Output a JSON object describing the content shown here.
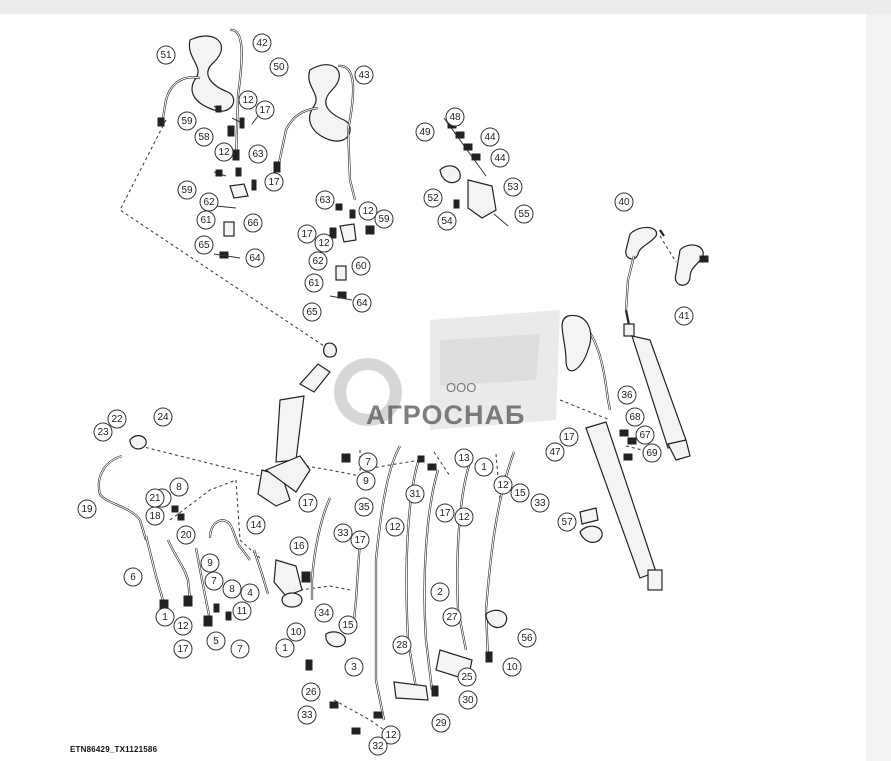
{
  "caption": "ETN86429_TX1121586",
  "watermark": {
    "prefix": "ООО",
    "brand": "АГРОСНАБ"
  },
  "callouts": [
    "51",
    "42",
    "50",
    "43",
    "59",
    "12",
    "17",
    "58",
    "63",
    "12",
    "17",
    "59",
    "62",
    "61",
    "66",
    "65",
    "64",
    "48",
    "49",
    "44",
    "44",
    "53",
    "52",
    "54",
    "55",
    "40",
    "41",
    "63",
    "12",
    "59",
    "17",
    "12",
    "60",
    "62",
    "61",
    "64",
    "65",
    "36",
    "68",
    "67",
    "69",
    "22",
    "24",
    "23",
    "19",
    "7",
    "8",
    "9",
    "18",
    "20",
    "9",
    "7",
    "8",
    "4",
    "6",
    "14",
    "16",
    "1",
    "12",
    "11",
    "5",
    "17",
    "7",
    "9",
    "21",
    "17",
    "33",
    "17",
    "34",
    "15",
    "1",
    "10",
    "3",
    "26",
    "33",
    "12",
    "32",
    "35",
    "31",
    "12",
    "17",
    "12",
    "1",
    "12",
    "15",
    "33",
    "47",
    "17",
    "13",
    "2",
    "27",
    "28",
    "25",
    "29",
    "30",
    "10",
    "56",
    "57"
  ]
}
